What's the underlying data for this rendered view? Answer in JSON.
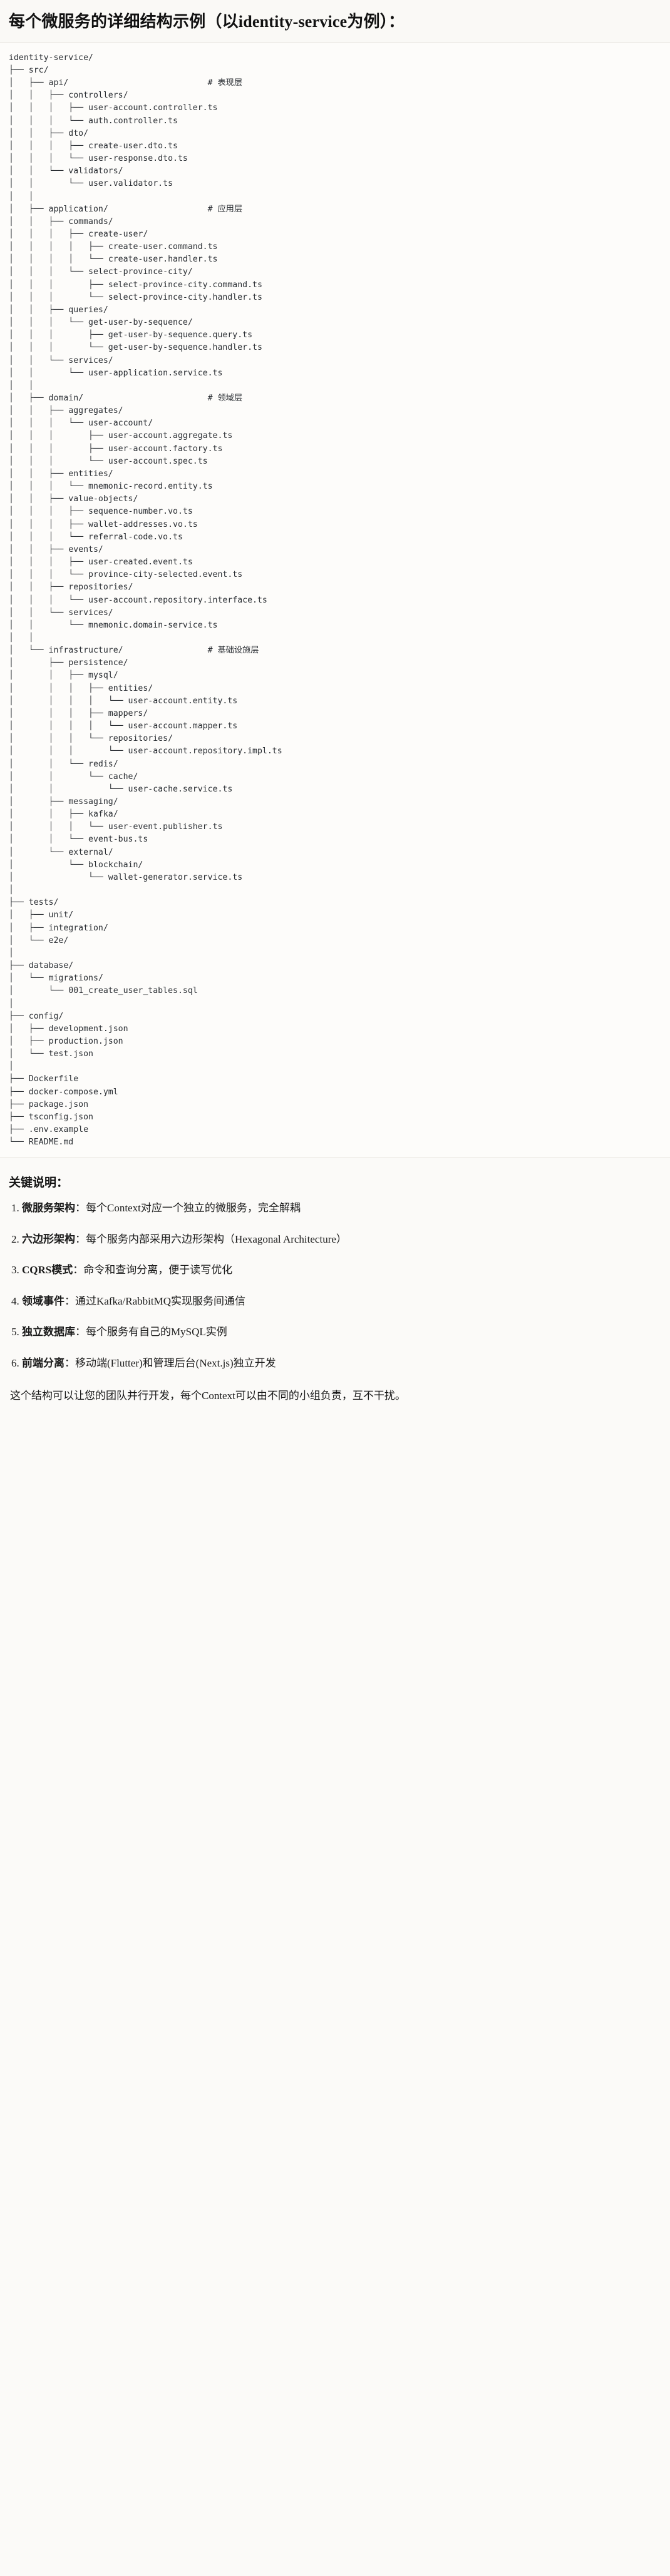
{
  "title": "每个微服务的详细结构示例（以identity-service为例）：",
  "tree": {
    "root": "identity-service/",
    "comment_column": 40,
    "lines": [
      {
        "text": "identity-service/",
        "comment": ""
      },
      {
        "text": "├── src/",
        "comment": ""
      },
      {
        "text": "│   ├── api/",
        "comment": "# 表现层"
      },
      {
        "text": "│   │   ├── controllers/",
        "comment": ""
      },
      {
        "text": "│   │   │   ├── user-account.controller.ts",
        "comment": ""
      },
      {
        "text": "│   │   │   └── auth.controller.ts",
        "comment": ""
      },
      {
        "text": "│   │   ├── dto/",
        "comment": ""
      },
      {
        "text": "│   │   │   ├── create-user.dto.ts",
        "comment": ""
      },
      {
        "text": "│   │   │   └── user-response.dto.ts",
        "comment": ""
      },
      {
        "text": "│   │   └── validators/",
        "comment": ""
      },
      {
        "text": "│   │       └── user.validator.ts",
        "comment": ""
      },
      {
        "text": "│   │",
        "comment": ""
      },
      {
        "text": "│   ├── application/",
        "comment": "# 应用层"
      },
      {
        "text": "│   │   ├── commands/",
        "comment": ""
      },
      {
        "text": "│   │   │   ├── create-user/",
        "comment": ""
      },
      {
        "text": "│   │   │   │   ├── create-user.command.ts",
        "comment": ""
      },
      {
        "text": "│   │   │   │   └── create-user.handler.ts",
        "comment": ""
      },
      {
        "text": "│   │   │   └── select-province-city/",
        "comment": ""
      },
      {
        "text": "│   │   │       ├── select-province-city.command.ts",
        "comment": ""
      },
      {
        "text": "│   │   │       └── select-province-city.handler.ts",
        "comment": ""
      },
      {
        "text": "│   │   ├── queries/",
        "comment": ""
      },
      {
        "text": "│   │   │   └── get-user-by-sequence/",
        "comment": ""
      },
      {
        "text": "│   │   │       ├── get-user-by-sequence.query.ts",
        "comment": ""
      },
      {
        "text": "│   │   │       └── get-user-by-sequence.handler.ts",
        "comment": ""
      },
      {
        "text": "│   │   └── services/",
        "comment": ""
      },
      {
        "text": "│   │       └── user-application.service.ts",
        "comment": ""
      },
      {
        "text": "│   │",
        "comment": ""
      },
      {
        "text": "│   ├── domain/",
        "comment": "# 领域层"
      },
      {
        "text": "│   │   ├── aggregates/",
        "comment": ""
      },
      {
        "text": "│   │   │   └── user-account/",
        "comment": ""
      },
      {
        "text": "│   │   │       ├── user-account.aggregate.ts",
        "comment": ""
      },
      {
        "text": "│   │   │       ├── user-account.factory.ts",
        "comment": ""
      },
      {
        "text": "│   │   │       └── user-account.spec.ts",
        "comment": ""
      },
      {
        "text": "│   │   ├── entities/",
        "comment": ""
      },
      {
        "text": "│   │   │   └── mnemonic-record.entity.ts",
        "comment": ""
      },
      {
        "text": "│   │   ├── value-objects/",
        "comment": ""
      },
      {
        "text": "│   │   │   ├── sequence-number.vo.ts",
        "comment": ""
      },
      {
        "text": "│   │   │   ├── wallet-addresses.vo.ts",
        "comment": ""
      },
      {
        "text": "│   │   │   └── referral-code.vo.ts",
        "comment": ""
      },
      {
        "text": "│   │   ├── events/",
        "comment": ""
      },
      {
        "text": "│   │   │   ├── user-created.event.ts",
        "comment": ""
      },
      {
        "text": "│   │   │   └── province-city-selected.event.ts",
        "comment": ""
      },
      {
        "text": "│   │   ├── repositories/",
        "comment": ""
      },
      {
        "text": "│   │   │   └── user-account.repository.interface.ts",
        "comment": ""
      },
      {
        "text": "│   │   └── services/",
        "comment": ""
      },
      {
        "text": "│   │       └── mnemonic.domain-service.ts",
        "comment": ""
      },
      {
        "text": "│   │",
        "comment": ""
      },
      {
        "text": "│   └── infrastructure/",
        "comment": "# 基础设施层"
      },
      {
        "text": "│       ├── persistence/",
        "comment": ""
      },
      {
        "text": "│       │   ├── mysql/",
        "comment": ""
      },
      {
        "text": "│       │   │   ├── entities/",
        "comment": ""
      },
      {
        "text": "│       │   │   │   └── user-account.entity.ts",
        "comment": ""
      },
      {
        "text": "│       │   │   ├── mappers/",
        "comment": ""
      },
      {
        "text": "│       │   │   │   └── user-account.mapper.ts",
        "comment": ""
      },
      {
        "text": "│       │   │   └── repositories/",
        "comment": ""
      },
      {
        "text": "│       │   │       └── user-account.repository.impl.ts",
        "comment": ""
      },
      {
        "text": "│       │   └── redis/",
        "comment": ""
      },
      {
        "text": "│       │       └── cache/",
        "comment": ""
      },
      {
        "text": "│       │           └── user-cache.service.ts",
        "comment": ""
      },
      {
        "text": "│       ├── messaging/",
        "comment": ""
      },
      {
        "text": "│       │   ├── kafka/",
        "comment": ""
      },
      {
        "text": "│       │   │   └── user-event.publisher.ts",
        "comment": ""
      },
      {
        "text": "│       │   └── event-bus.ts",
        "comment": ""
      },
      {
        "text": "│       └── external/",
        "comment": ""
      },
      {
        "text": "│           └── blockchain/",
        "comment": ""
      },
      {
        "text": "│               └── wallet-generator.service.ts",
        "comment": ""
      },
      {
        "text": "│",
        "comment": ""
      },
      {
        "text": "├── tests/",
        "comment": ""
      },
      {
        "text": "│   ├── unit/",
        "comment": ""
      },
      {
        "text": "│   ├── integration/",
        "comment": ""
      },
      {
        "text": "│   └── e2e/",
        "comment": ""
      },
      {
        "text": "│",
        "comment": ""
      },
      {
        "text": "├── database/",
        "comment": ""
      },
      {
        "text": "│   └── migrations/",
        "comment": ""
      },
      {
        "text": "│       └── 001_create_user_tables.sql",
        "comment": ""
      },
      {
        "text": "│",
        "comment": ""
      },
      {
        "text": "├── config/",
        "comment": ""
      },
      {
        "text": "│   ├── development.json",
        "comment": ""
      },
      {
        "text": "│   ├── production.json",
        "comment": ""
      },
      {
        "text": "│   └── test.json",
        "comment": ""
      },
      {
        "text": "│",
        "comment": ""
      },
      {
        "text": "├── Dockerfile",
        "comment": ""
      },
      {
        "text": "├── docker-compose.yml",
        "comment": ""
      },
      {
        "text": "├── package.json",
        "comment": ""
      },
      {
        "text": "├── tsconfig.json",
        "comment": ""
      },
      {
        "text": "├── .env.example",
        "comment": ""
      },
      {
        "text": "└── README.md",
        "comment": ""
      }
    ]
  },
  "notes": {
    "heading": "关键说明：",
    "items": [
      {
        "key": "微服务架构",
        "sep": "：",
        "desc": "每个Context对应一个独立的微服务，完全解耦"
      },
      {
        "key": "六边形架构",
        "sep": "：",
        "desc": "每个服务内部采用六边形架构（Hexagonal Architecture）"
      },
      {
        "key": "CQRS模式",
        "sep": "：",
        "desc": "命令和查询分离，便于读写优化"
      },
      {
        "key": "领域事件",
        "sep": "：",
        "desc": "通过Kafka/RabbitMQ实现服务间通信"
      },
      {
        "key": "独立数据库",
        "sep": "：",
        "desc": "每个服务有自己的MySQL实例"
      },
      {
        "key": "前端分离",
        "sep": "：",
        "desc": "移动端(Flutter)和管理后台(Next.js)独立开发"
      }
    ],
    "closing": "这个结构可以让您的团队并行开发，每个Context可以由不同的小组负责，互不干扰。"
  },
  "colors": {
    "page_bg": "#fbfaf8",
    "code_bg": "#fdfcfa",
    "text": "#1c1c1c",
    "code_text": "#2a2e33",
    "rule": "#e3e0da"
  }
}
